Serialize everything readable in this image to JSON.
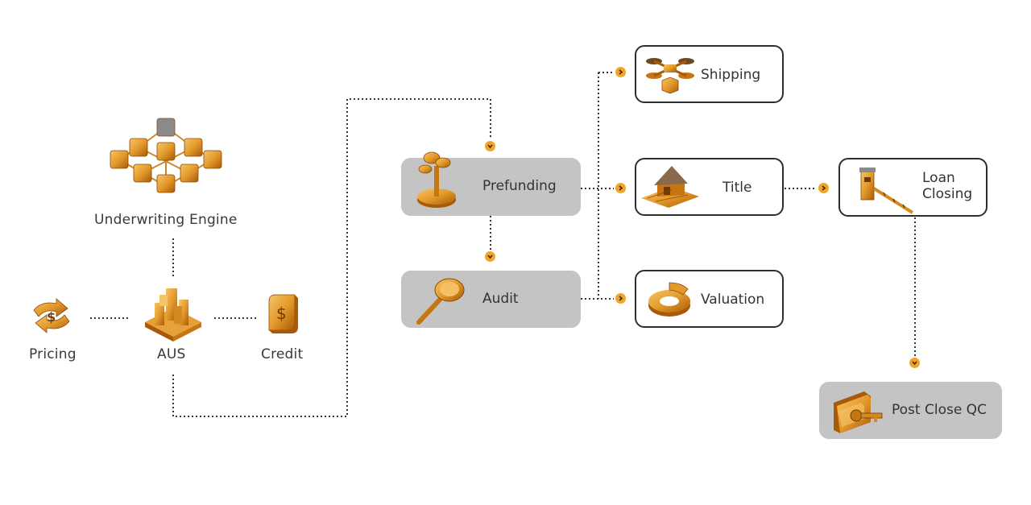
{
  "diagram": {
    "left": {
      "engine_label": "Underwriting Engine",
      "aus_label": "AUS",
      "pricing_label": "Pricing",
      "credit_label": "Credit"
    },
    "steps": {
      "prefunding": "Prefunding",
      "audit": "Audit",
      "shipping": "Shipping",
      "title": "Title",
      "valuation": "Valuation",
      "loan_closing_line1": "Loan",
      "loan_closing_line2": "Closing",
      "post_close_qc": "Post Close QC"
    },
    "icons": {
      "engine": "cube-network-icon",
      "aus": "building-blocks-icon",
      "pricing": "dollar-arrows-icon",
      "credit": "dollar-tag-icon",
      "prefunding": "money-tree-icon",
      "audit": "magnifier-icon",
      "shipping": "drone-icon",
      "title": "house-plan-icon",
      "valuation": "ring-chart-icon",
      "loan_closing": "toll-gate-icon",
      "post_close_qc": "folder-key-icon"
    },
    "colors": {
      "accent": "#f0a52a",
      "gold_dark": "#b8650c",
      "gold_light": "#f7c567",
      "grey_box": "#c4c4c4",
      "line": "#333333"
    }
  }
}
